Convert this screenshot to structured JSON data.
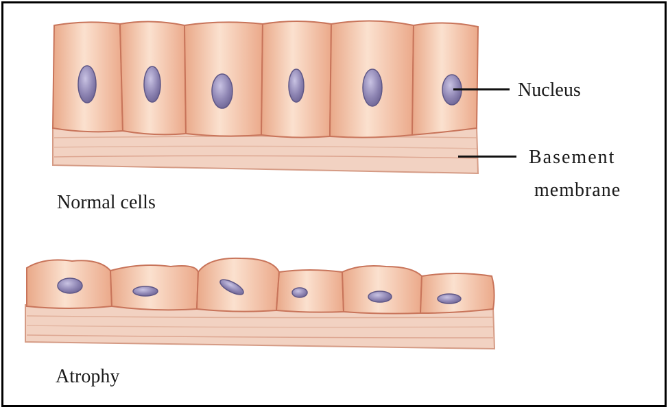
{
  "labels": {
    "nucleus": "Nucleus",
    "basement_line1": "Basement",
    "basement_line2": "membrane",
    "normal": "Normal cells",
    "atrophy": "Atrophy"
  },
  "colors": {
    "frame": "#000000",
    "cell_fill": "#f2c0a0",
    "cell_highlight": "#fbe3d2",
    "cell_border": "#c8745a",
    "nucleus": "#8f86b4",
    "membrane": "#eac3b2"
  }
}
